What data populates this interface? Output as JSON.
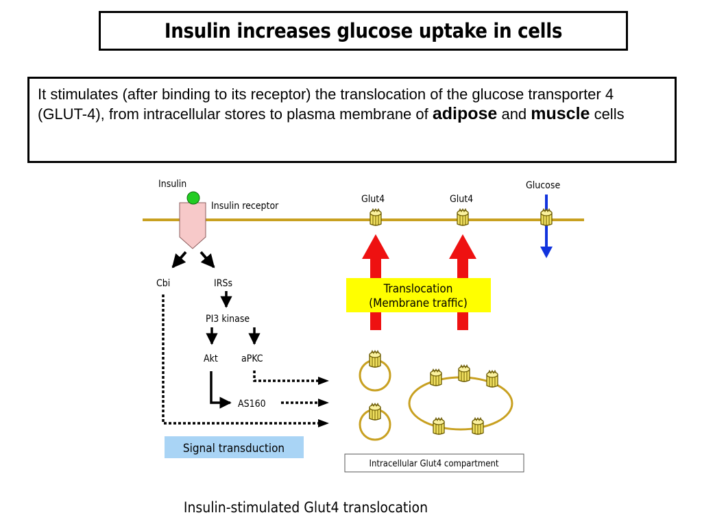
{
  "title": "Insulin increases glucose uptake in cells",
  "description": {
    "text_before": "It stimulates (after binding to its receptor) the translocation of the glucose transporter 4 (GLUT-4), from intracellular stores to plasma membrane of ",
    "emphasis_1": "adipose",
    "connector": " and ",
    "emphasis_2": "muscle",
    "text_after": " cells"
  },
  "diagram": {
    "insulin_label": "Insulin",
    "receptor_label": "Insulin receptor",
    "glut4_label_1": "Glut4",
    "glut4_label_2": "Glut4",
    "glucose_label": "Glucose",
    "cbi_label": "Cbi",
    "irss_label": "IRSs",
    "pi3k_label": "PI3 kinase",
    "akt_label": "Akt",
    "apkc_label": "aPKC",
    "as160_label": "AS160",
    "translocation_line1": "Translocation",
    "translocation_line2": "(Membrane traffic)",
    "signal_label": "Signal transduction",
    "compartment_label": "Intracellular Glut4 compartment",
    "caption": "Insulin-stimulated Glut4 translocation",
    "colors": {
      "membrane": "#c8a020",
      "insulin": "#22cc22",
      "receptor": "#f7c9c9",
      "red_arrow": "#ee1111",
      "glucose_arrow": "#1133dd",
      "translocation_bg": "#ffff00",
      "signal_bg": "#a9d4f5",
      "glut4_fill": "#f0e060"
    }
  }
}
